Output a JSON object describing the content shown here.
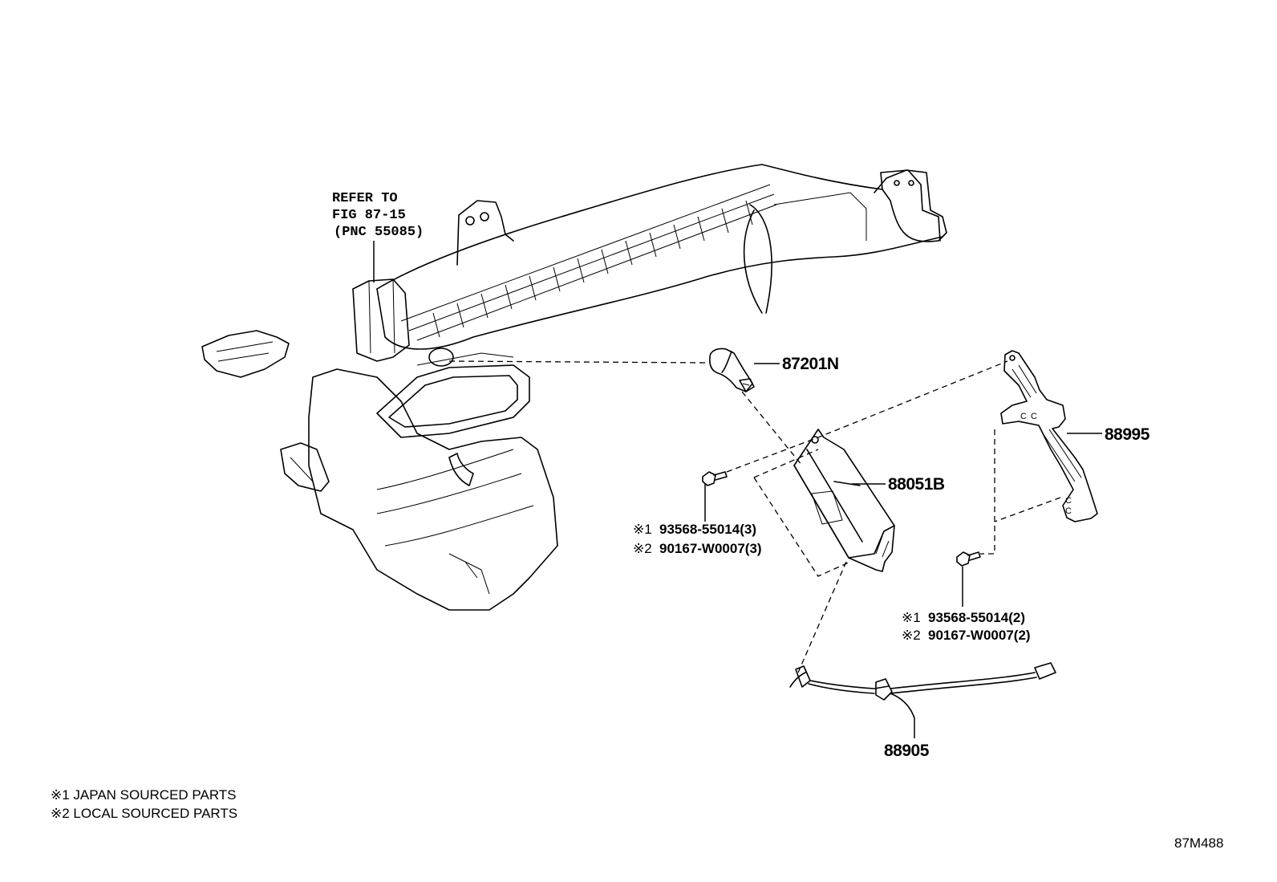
{
  "reference": {
    "line1": "REFER TO",
    "line2": "FIG 87-15",
    "line3": "(PNC 55085)"
  },
  "callouts": {
    "p87201N": "87201N",
    "p88995": "88995",
    "p88051B": "88051B",
    "p88905": "88905"
  },
  "bolt_left": {
    "line1_mark": "※1",
    "line1_part": "93568-55014(3)",
    "line2_mark": "※2",
    "line2_part": "90167-W0007(3)"
  },
  "bolt_right": {
    "line1_mark": "※1",
    "line1_part": "93568-55014(2)",
    "line2_mark": "※2",
    "line2_part": "90167-W0007(2)"
  },
  "legend": {
    "note1": "※1 JAPAN SOURCED PARTS",
    "note2": "※2 LOCAL SOURCED PARTS"
  },
  "figure_code": "87M488"
}
